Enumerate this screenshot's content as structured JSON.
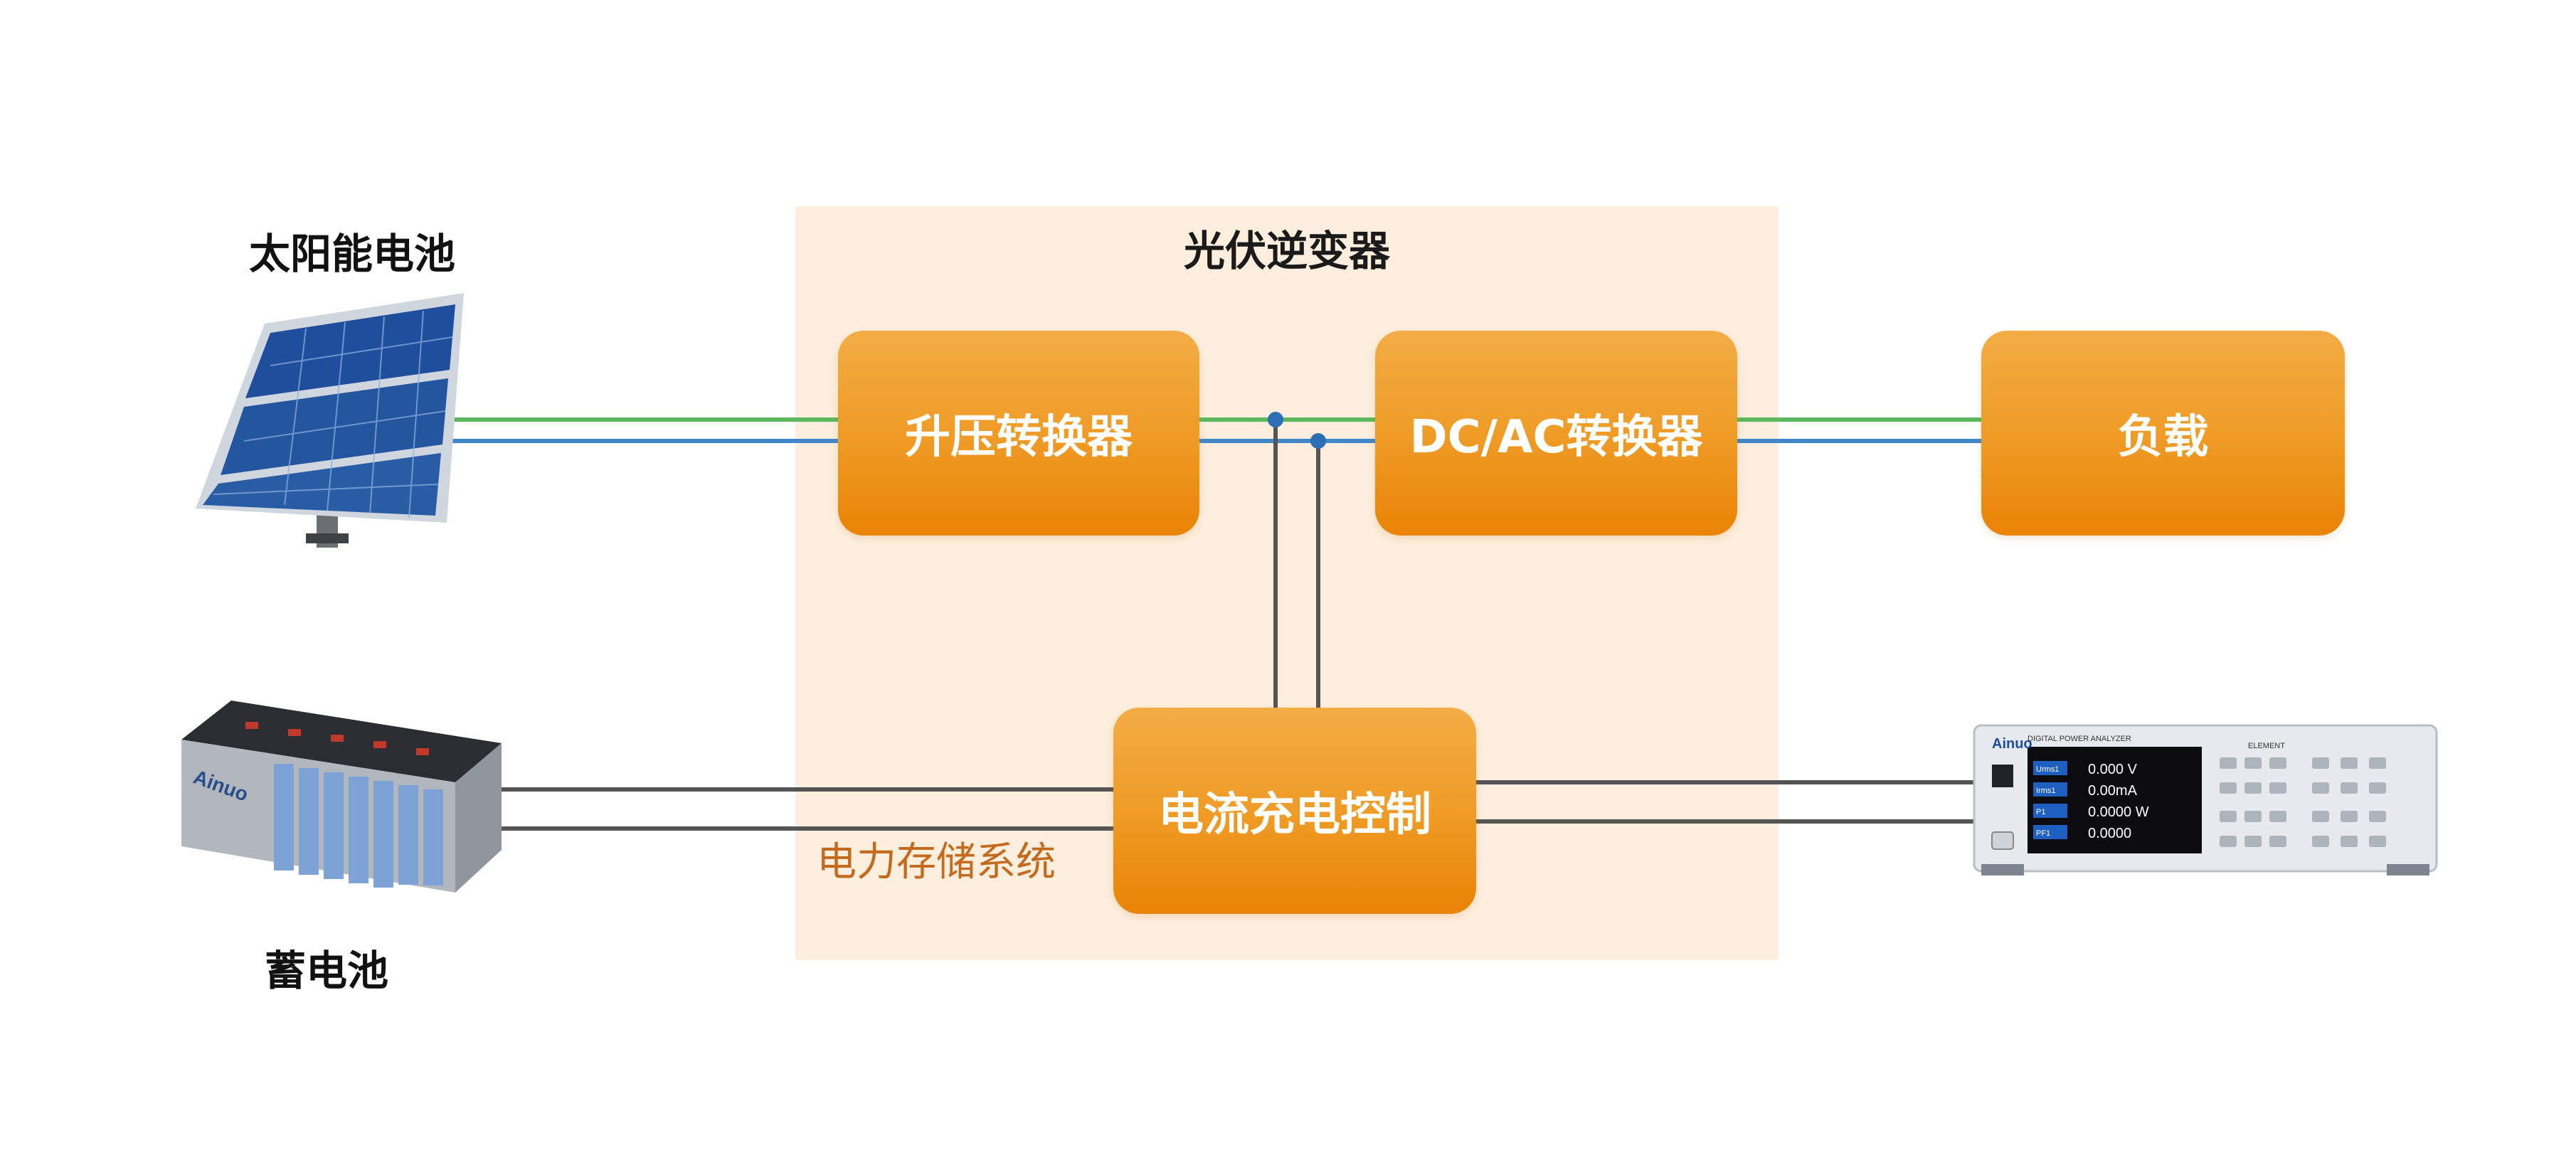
{
  "diagram": {
    "region_title": "光伏逆变器",
    "region_subtitle": "电力存储系统",
    "nodes": {
      "solar": "太阳能电池",
      "battery": "蓄电池",
      "boost": "升压转换器",
      "dcac": "DC/AC转换器",
      "load": "负载",
      "controller": "电流充电控制"
    },
    "analyzer": {
      "brand": "Ainuo",
      "model_text": "DIGITAL POWER ANALYZER",
      "element_label": "ELEMENT",
      "readings": [
        {
          "tag": "Urms1",
          "value": "0.000 V"
        },
        {
          "tag": "Irms1",
          "value": "0.00mA"
        },
        {
          "tag": "P1",
          "value": "0.0000 W"
        },
        {
          "tag": "PF1",
          "value": "0.0000"
        }
      ]
    },
    "colors": {
      "region_bg": "#fdeedd",
      "box_orange": "#ef9a24",
      "line_green": "#5cb85c",
      "line_blue": "#3f87c9",
      "line_gray": "#555555",
      "subtitle_orange": "#c46a1e"
    }
  }
}
